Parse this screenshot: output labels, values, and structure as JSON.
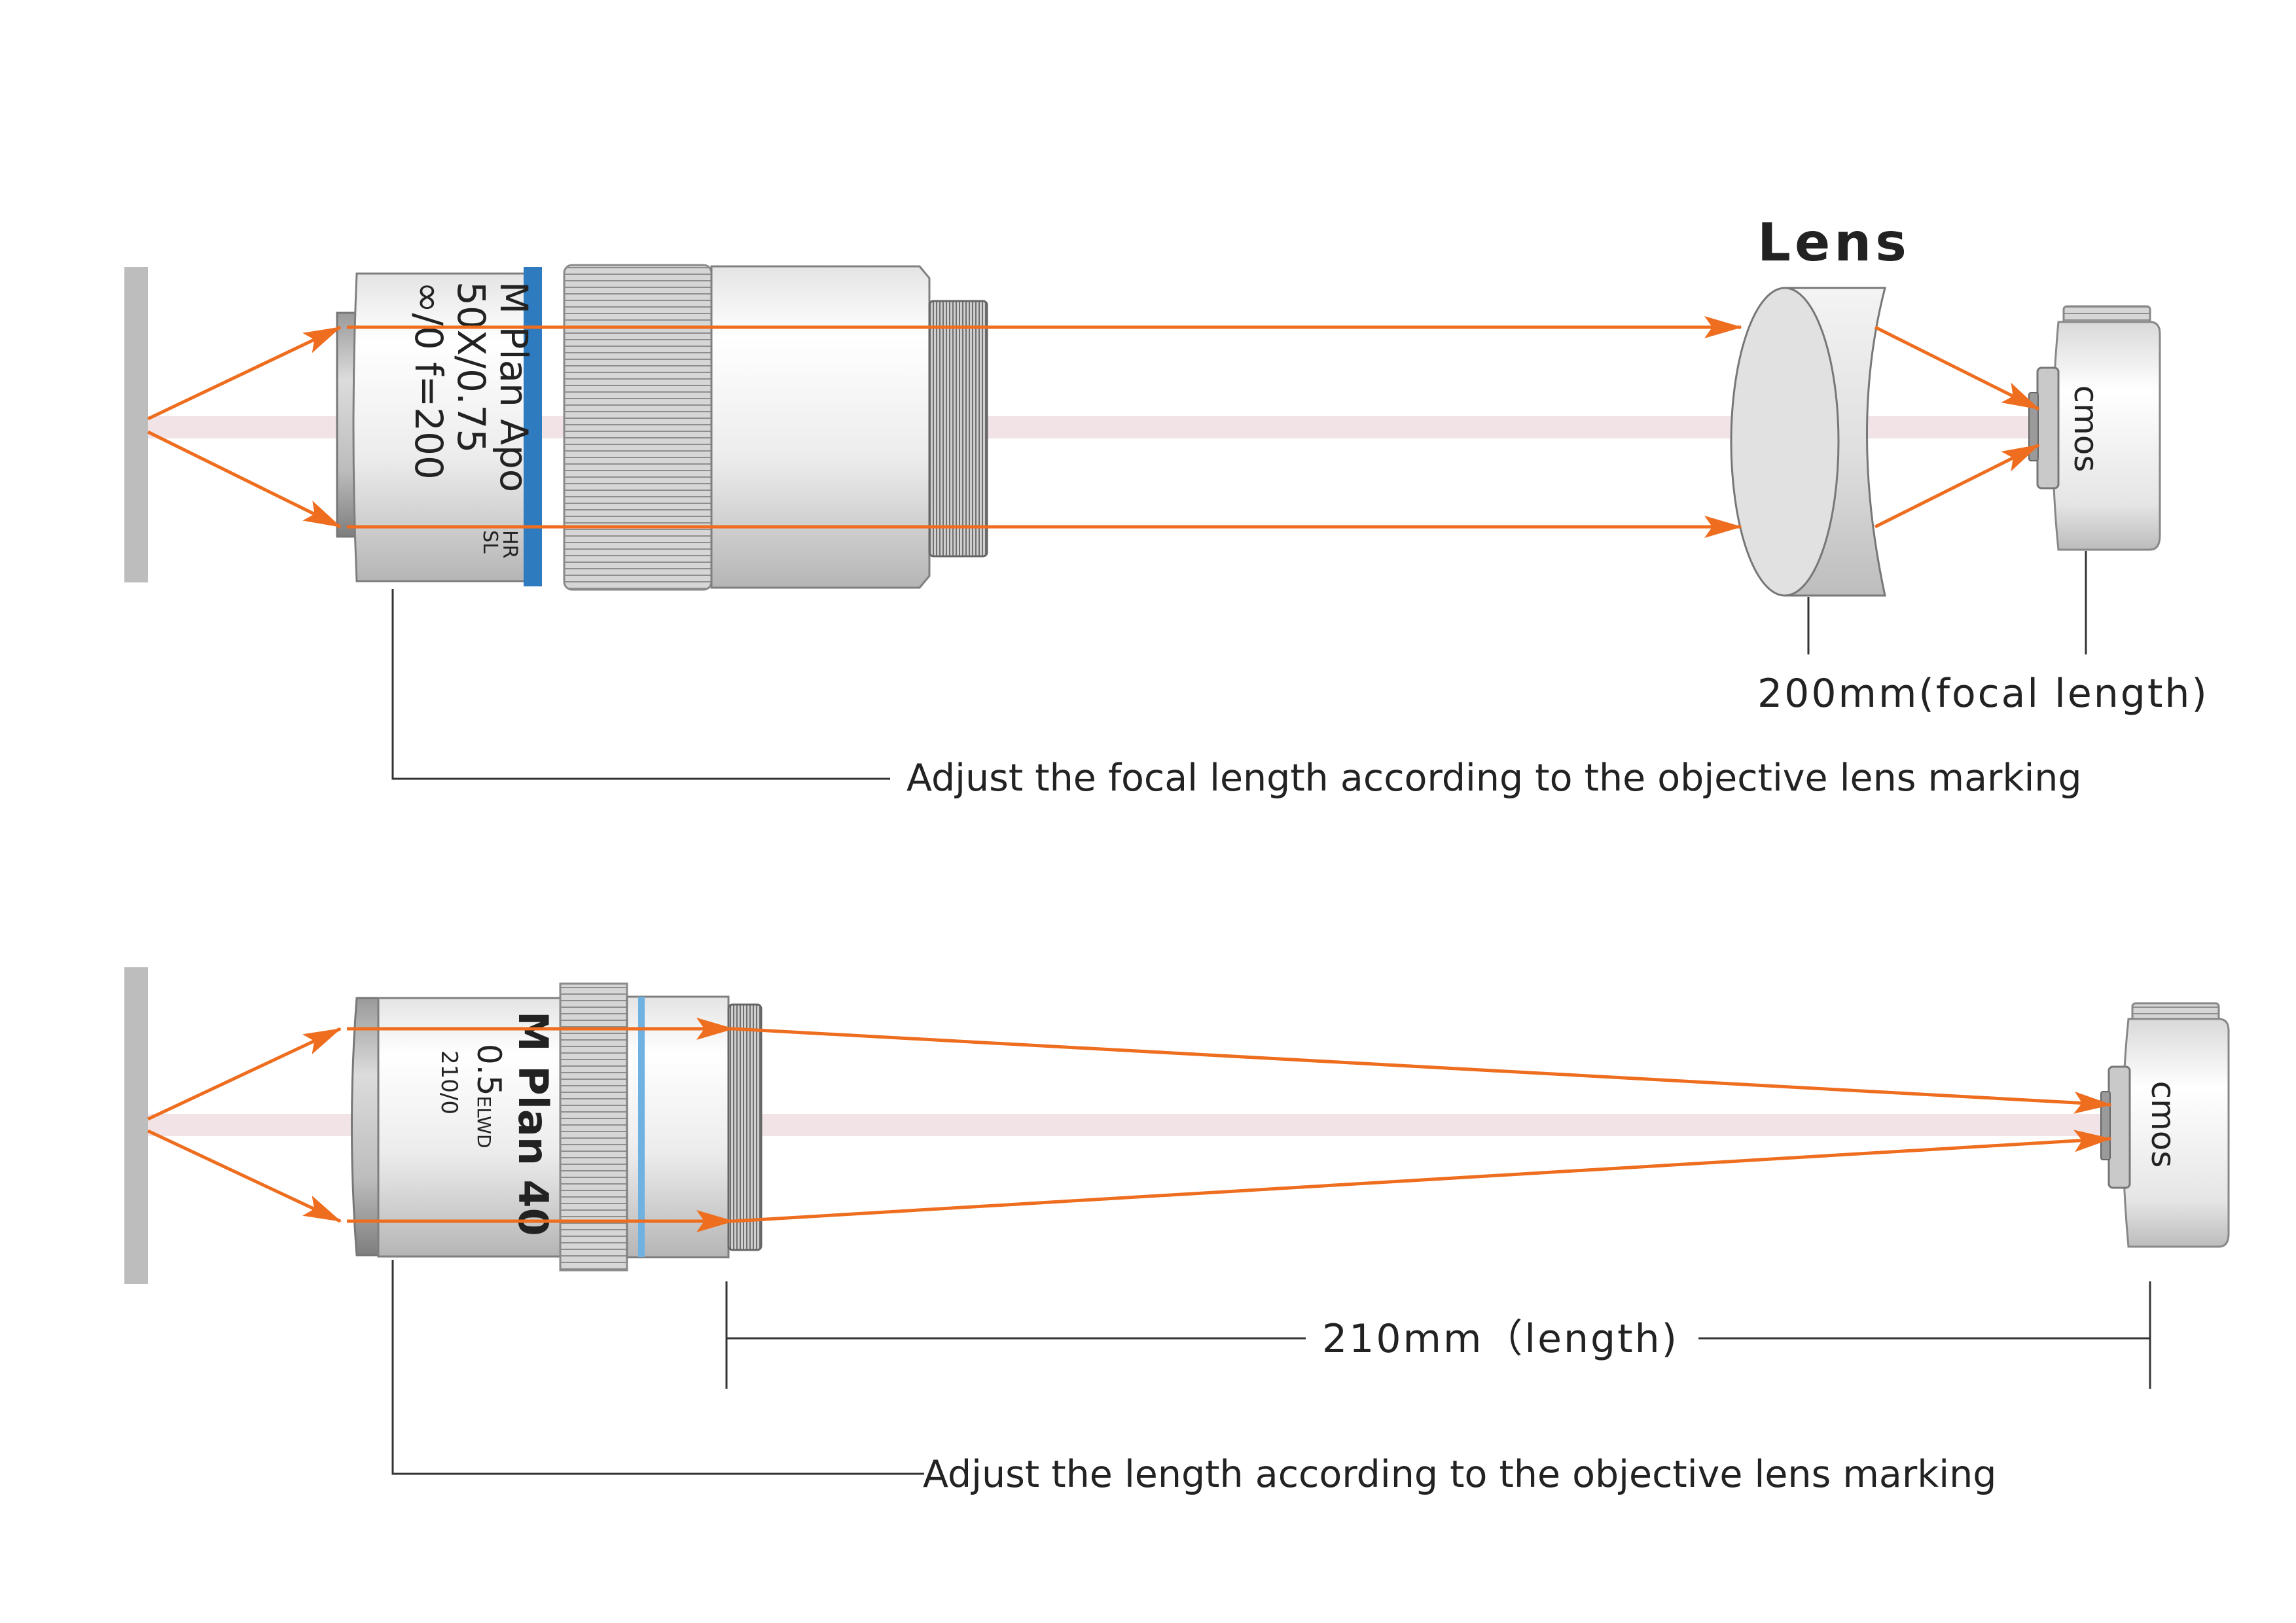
{
  "labels": {
    "lens": "Lens",
    "focal": "200mm(focal length)",
    "note_top": "Adjust the focal length according to the objective lens marking",
    "length": "210mm（length)",
    "note_bottom": "Adjust the length according to the objective lens marking"
  },
  "objective_infinity": {
    "line1": "M Plan Apo",
    "line1_sup": "HR",
    "line1_sub": "SL",
    "line2": "50X/0.75",
    "line3": "∞/0  f=200"
  },
  "objective_finite": {
    "line1": "M Plan 40",
    "line2": "0.5",
    "line2_sub": "ELWD",
    "line3": "210/0"
  },
  "sensor_top": {
    "label": "cmos"
  },
  "sensor_bottom": {
    "label": "cmos"
  },
  "colors": {
    "ray": "#ee6d1e",
    "axis": "#f1e3e6",
    "stage": "#bdbdbd",
    "band_blue": "#2f7bbf",
    "band_blue_light": "#6fb1e0",
    "leader": "#333333"
  }
}
